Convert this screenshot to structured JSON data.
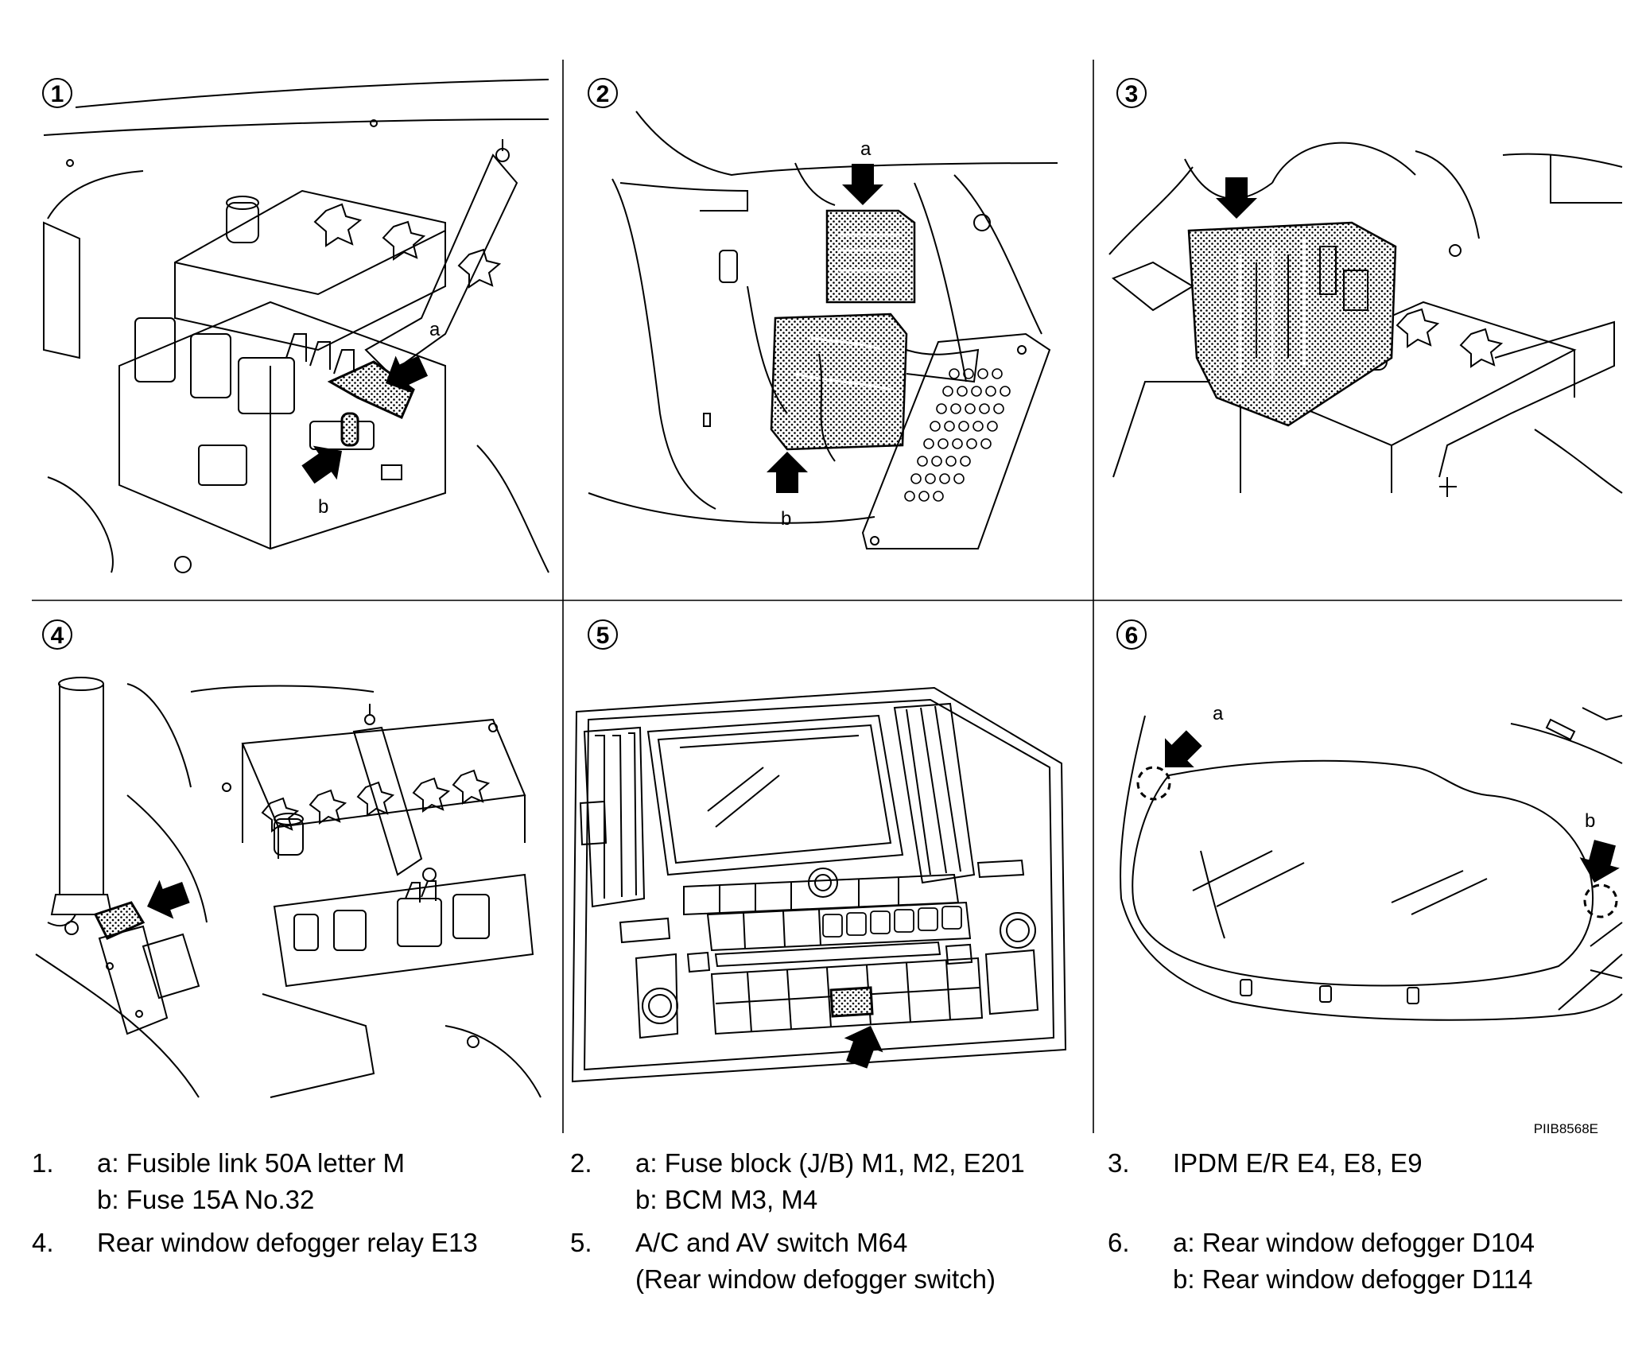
{
  "figure_code": "PIIB8568E",
  "panels": [
    {
      "number": "1",
      "callouts": [
        "a",
        "b"
      ]
    },
    {
      "number": "2",
      "callouts": [
        "a",
        "b"
      ]
    },
    {
      "number": "3",
      "callouts": []
    },
    {
      "number": "4",
      "callouts": []
    },
    {
      "number": "5",
      "callouts": []
    },
    {
      "number": "6",
      "callouts": [
        "a",
        "b"
      ]
    }
  ],
  "captions": [
    {
      "number": "1.",
      "lines": [
        "a: Fusible link 50A letter M",
        "b: Fuse 15A No.32"
      ]
    },
    {
      "number": "2.",
      "lines": [
        "a: Fuse block (J/B) M1, M2, E201",
        "b: BCM M3, M4"
      ]
    },
    {
      "number": "3.",
      "lines": [
        "IPDM E/R E4, E8, E9"
      ]
    },
    {
      "number": "4.",
      "lines": [
        "Rear window defogger relay  E13"
      ]
    },
    {
      "number": "5.",
      "lines": [
        "A/C and AV switch M64",
        "(Rear window defogger switch)"
      ]
    },
    {
      "number": "6.",
      "lines": [
        "a: Rear window defogger D104",
        "b: Rear window defogger D114"
      ]
    }
  ],
  "icons": {
    "arrow": "black-pointer-arrow-icon",
    "circle": "dashed-location-circle-icon"
  }
}
